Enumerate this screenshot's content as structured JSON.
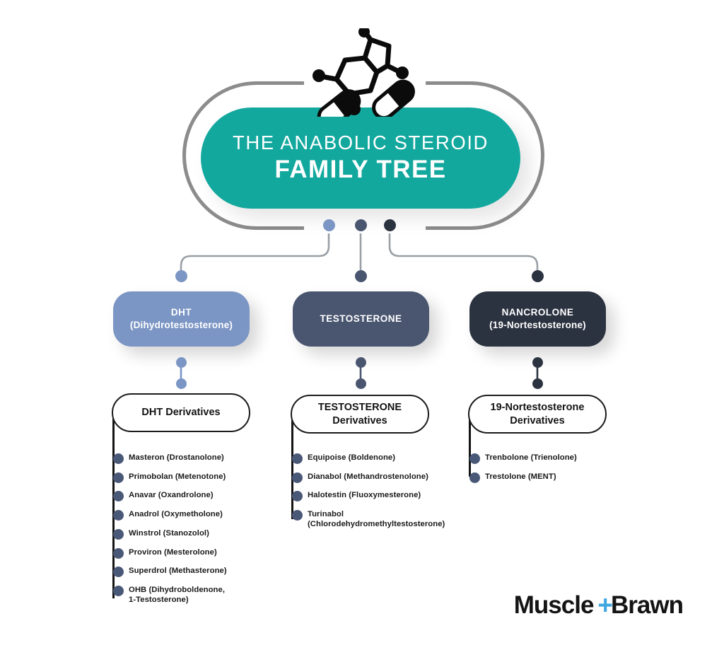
{
  "header": {
    "title_line1": "THE ANABOLIC STEROID",
    "title_line2": "FAMILY TREE",
    "icon": "steroid-molecule-and-pills-icon",
    "card_color": "#13a89e",
    "ring_color": "#8c8c8c"
  },
  "branches": [
    {
      "id": "dht",
      "node_color": "#7b95c4",
      "box_color": "#7b95c4",
      "category_line1": "DHT",
      "category_line2": "(Dihydrotestosterone)",
      "derivatives_line1": "DHT Derivatives",
      "derivatives_line2": "",
      "items": [
        "Masteron (Drostanolone)",
        "Primobolan (Metenotone)",
        "Anavar (Oxandrolone)",
        "Anadrol (Oxymetholone)",
        "Winstrol (Stanozolol)",
        "Proviron (Mesterolone)",
        "Superdrol (Methasterone)",
        "OHB (Dihydroboldenone, 1-Testosterone)"
      ]
    },
    {
      "id": "testosterone",
      "node_color": "#4a5670",
      "box_color": "#4a5670",
      "category_line1": "TESTOSTERONE",
      "category_line2": "",
      "derivatives_line1": "TESTOSTERONE",
      "derivatives_line2": "Derivatives",
      "items": [
        "Equipoise (Boldenone)",
        "Dianabol (Methandrostenolone)",
        "Halotestin (Fluoxymesterone)",
        "Turinabol (Chlorodehydromethyltestosterone)"
      ]
    },
    {
      "id": "nandrolone",
      "node_color": "#2b3240",
      "box_color": "#2b3240",
      "category_line1": "NANCROLONE",
      "category_line2": "(19-Nortestosterone)",
      "derivatives_line1": "19-Nortestosterone",
      "derivatives_line2": "Derivatives",
      "items": [
        "Trenbolone (Trienolone)",
        "Trestolone (MENT)"
      ]
    }
  ],
  "logo": {
    "part1": "Muscle",
    "plus": "+",
    "part2": "Brawn",
    "plus_color": "#3ea7e0"
  }
}
